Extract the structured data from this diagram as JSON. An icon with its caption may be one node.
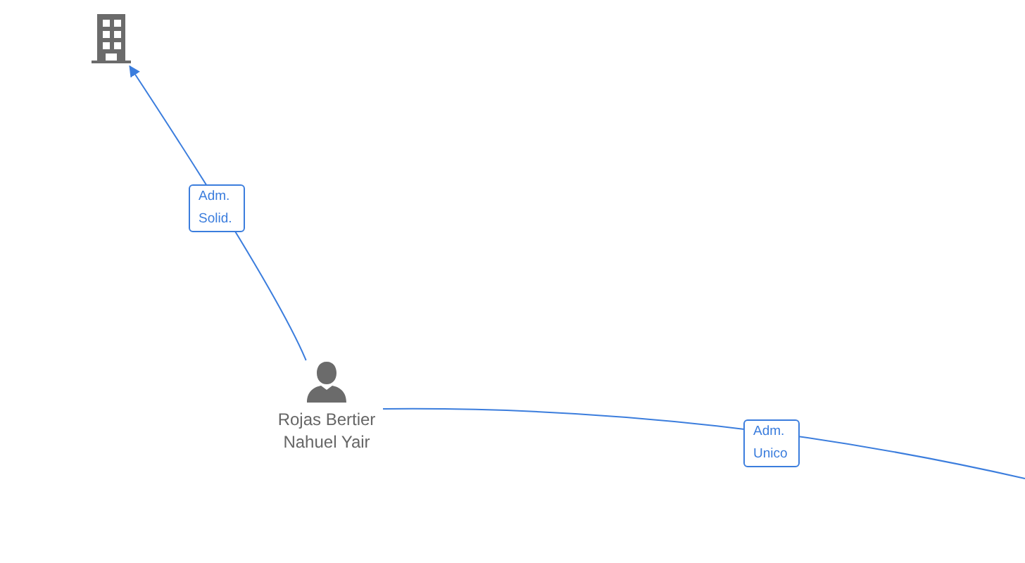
{
  "diagram": {
    "nodes": [
      {
        "text": [],
        "shape": "building"
      },
      {
        "text": [
          "Rojas Bertier Nahuel Yair"
        ]
      }
    ],
    "edges": [
      {
        "from": 1,
        "to": 0,
        "arrow": "to",
        "label": "Adm. Solid."
      },
      {
        "from": 1,
        "to": null,
        "arrow": "none",
        "label": "Adm. Unico"
      }
    ]
  }
}
